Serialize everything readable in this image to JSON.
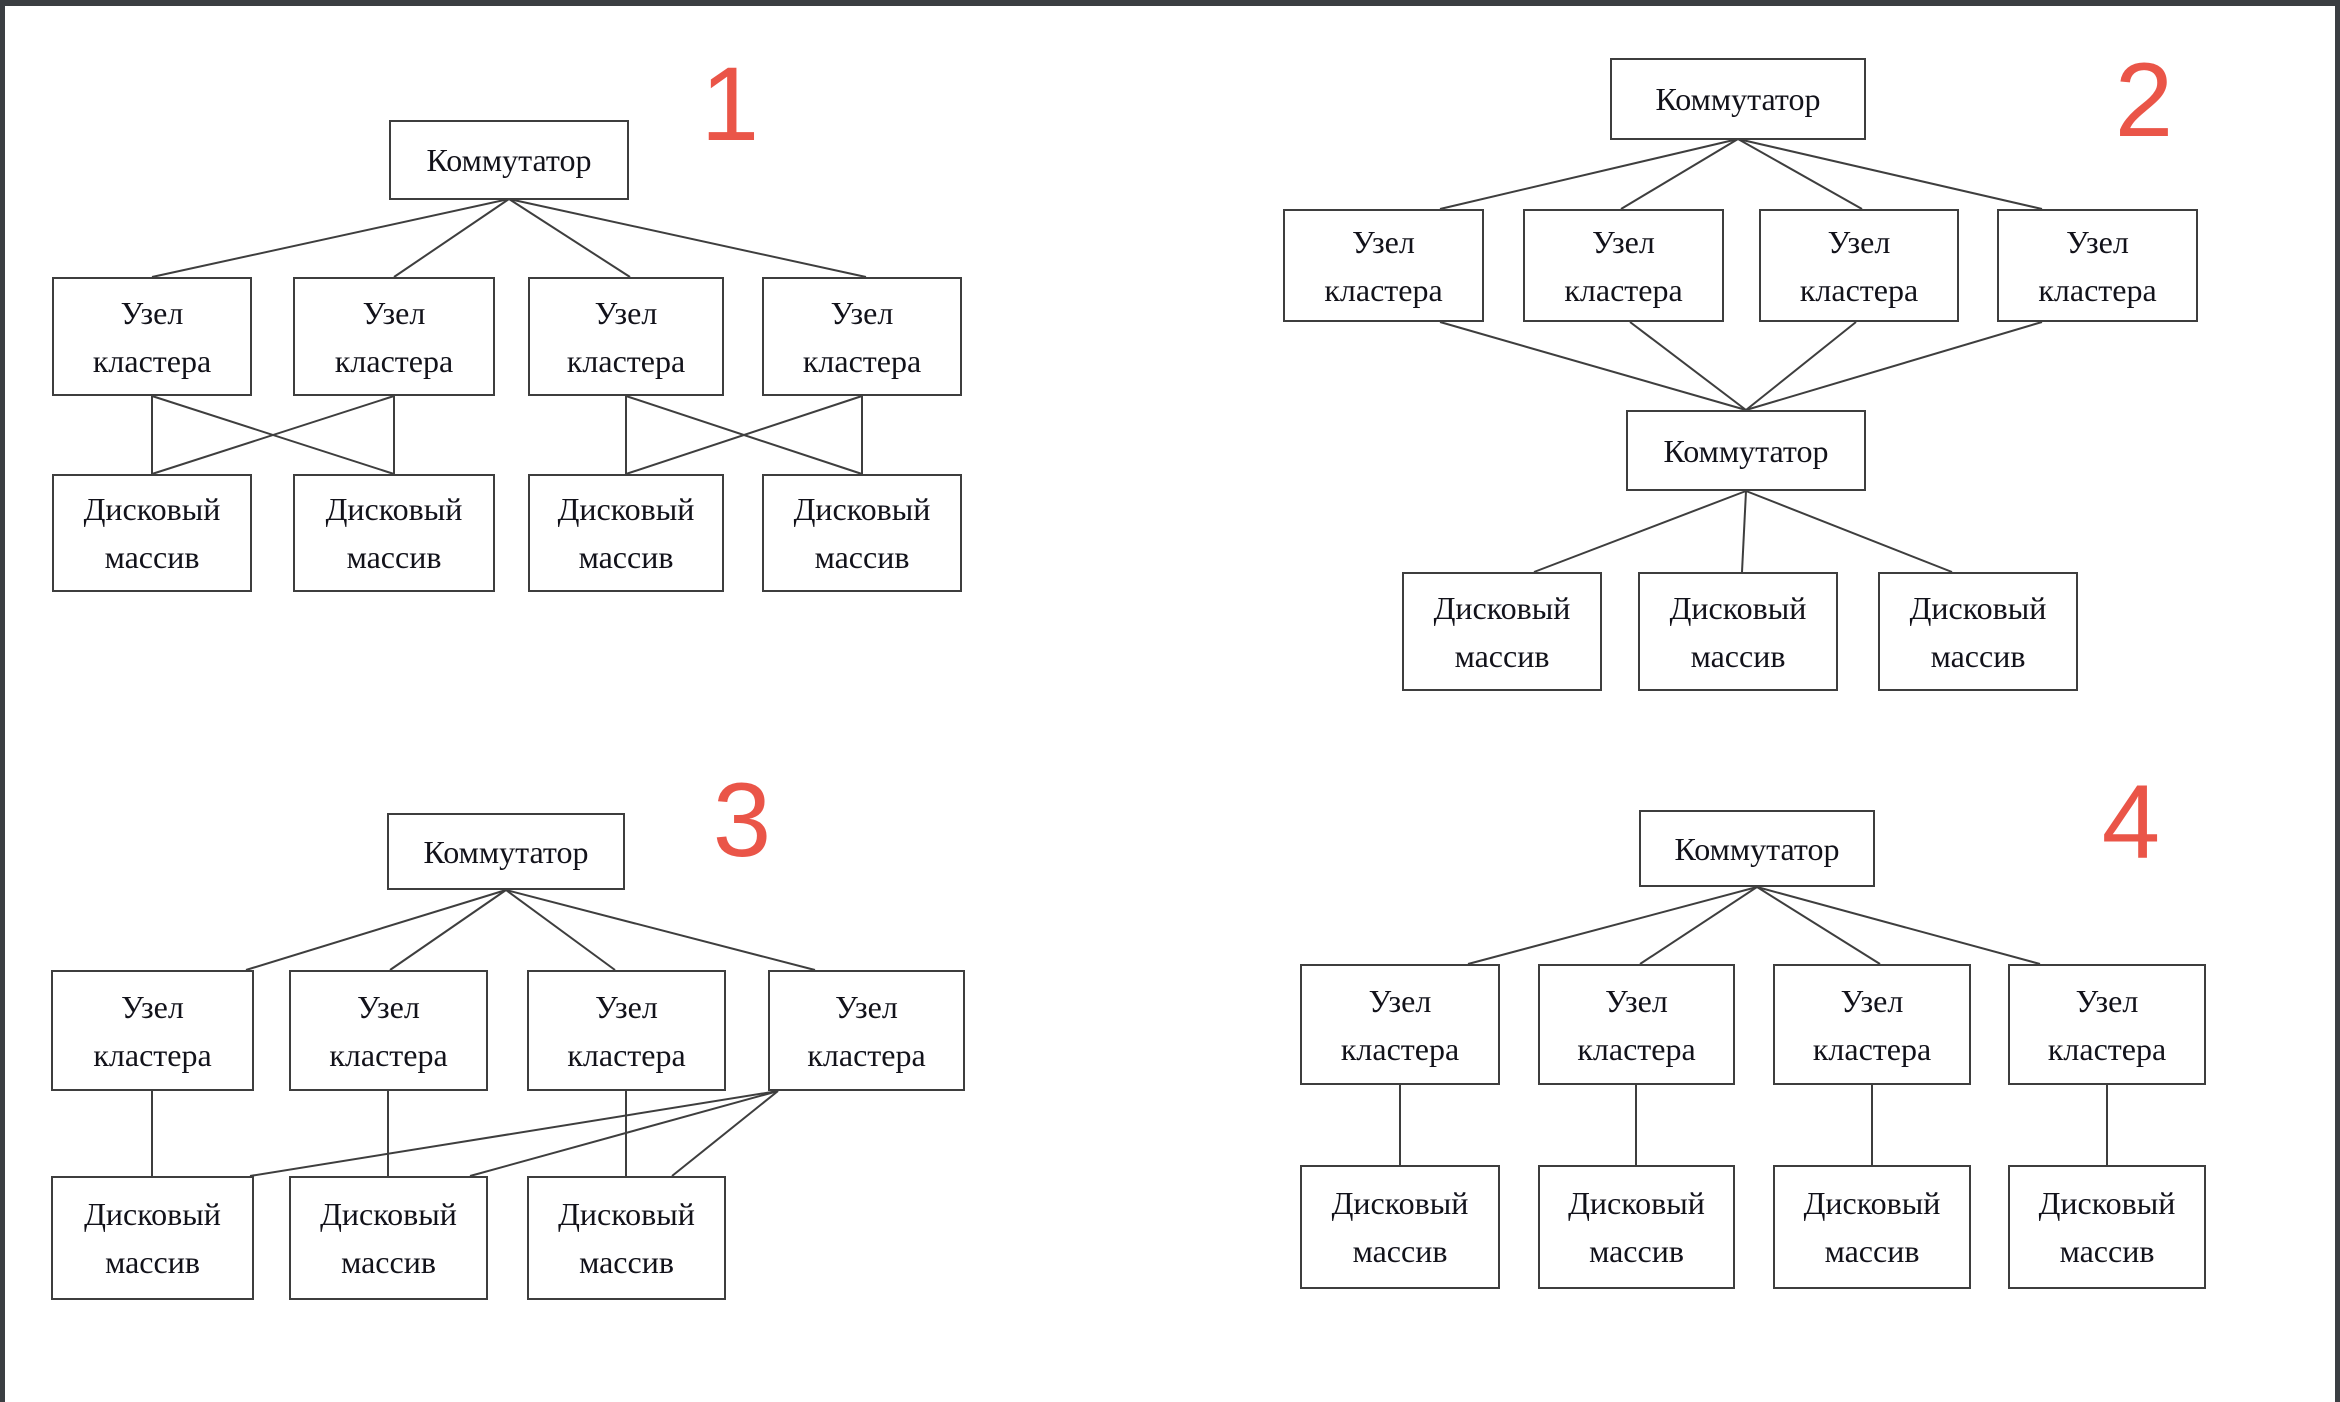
{
  "colors": {
    "number": "#ea5548",
    "line": "#3e3e3e",
    "box_border": "#3e3e3e",
    "text": "#12121a",
    "frame": "#3b3e42",
    "background": "#ffffff"
  },
  "terms": {
    "switch": "Коммутатор",
    "node_line1": "Узел",
    "node_line2": "кластера",
    "disk_line1": "Дисковый",
    "disk_line2": "массив"
  },
  "diagrams": [
    {
      "number": "1"
    },
    {
      "number": "2"
    },
    {
      "number": "3"
    },
    {
      "number": "4"
    }
  ]
}
